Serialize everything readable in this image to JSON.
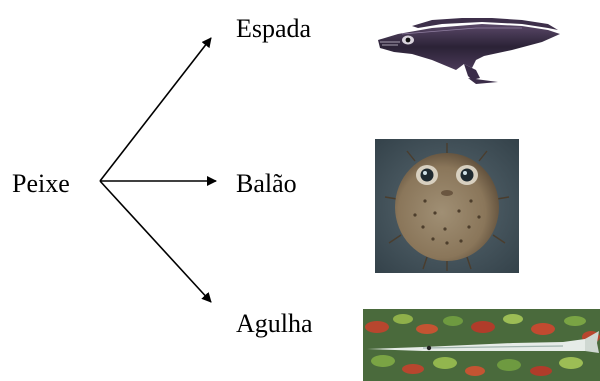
{
  "diagram": {
    "root": {
      "label": "Peixe"
    },
    "children": [
      {
        "label": "Espada",
        "image": "scabbardfish-picture"
      },
      {
        "label": "Balão",
        "image": "pufferfish-picture"
      },
      {
        "label": "Agulha",
        "image": "needlefish-picture"
      }
    ]
  },
  "colors": {
    "text": "#000000",
    "arrow": "#000000",
    "background": "#ffffff"
  }
}
